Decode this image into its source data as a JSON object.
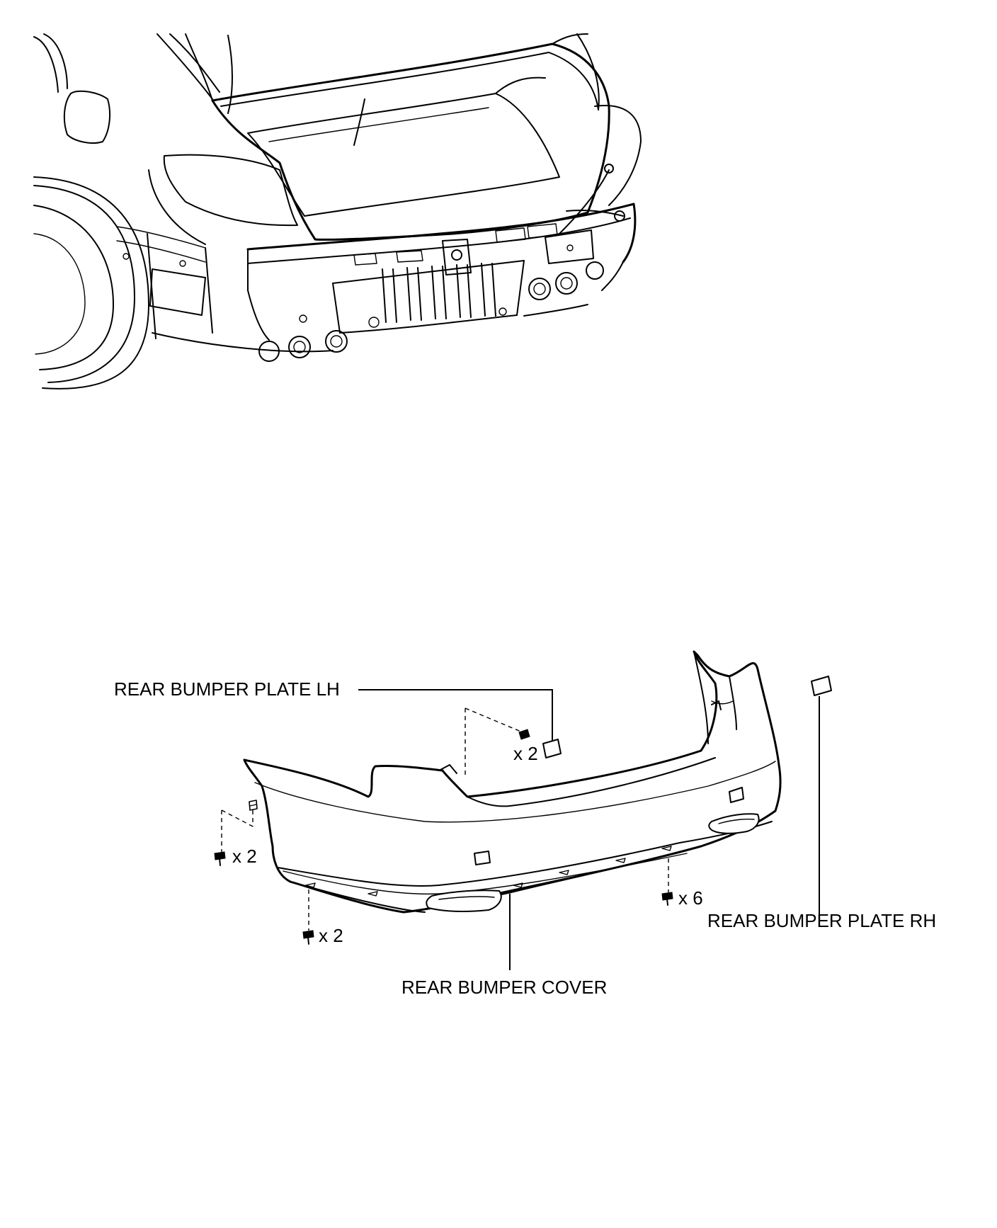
{
  "labels": {
    "plate_lh": "REAR BUMPER PLATE LH",
    "plate_rh": "REAR BUMPER PLATE RH",
    "cover": "REAR BUMPER COVER"
  },
  "quantities": {
    "lh_plate_clips": "x 2",
    "side_screws": "x 2",
    "lower_left_screws": "x 2",
    "lower_clips": "x 6"
  },
  "colors": {
    "line": "#000000",
    "background": "#ffffff"
  }
}
